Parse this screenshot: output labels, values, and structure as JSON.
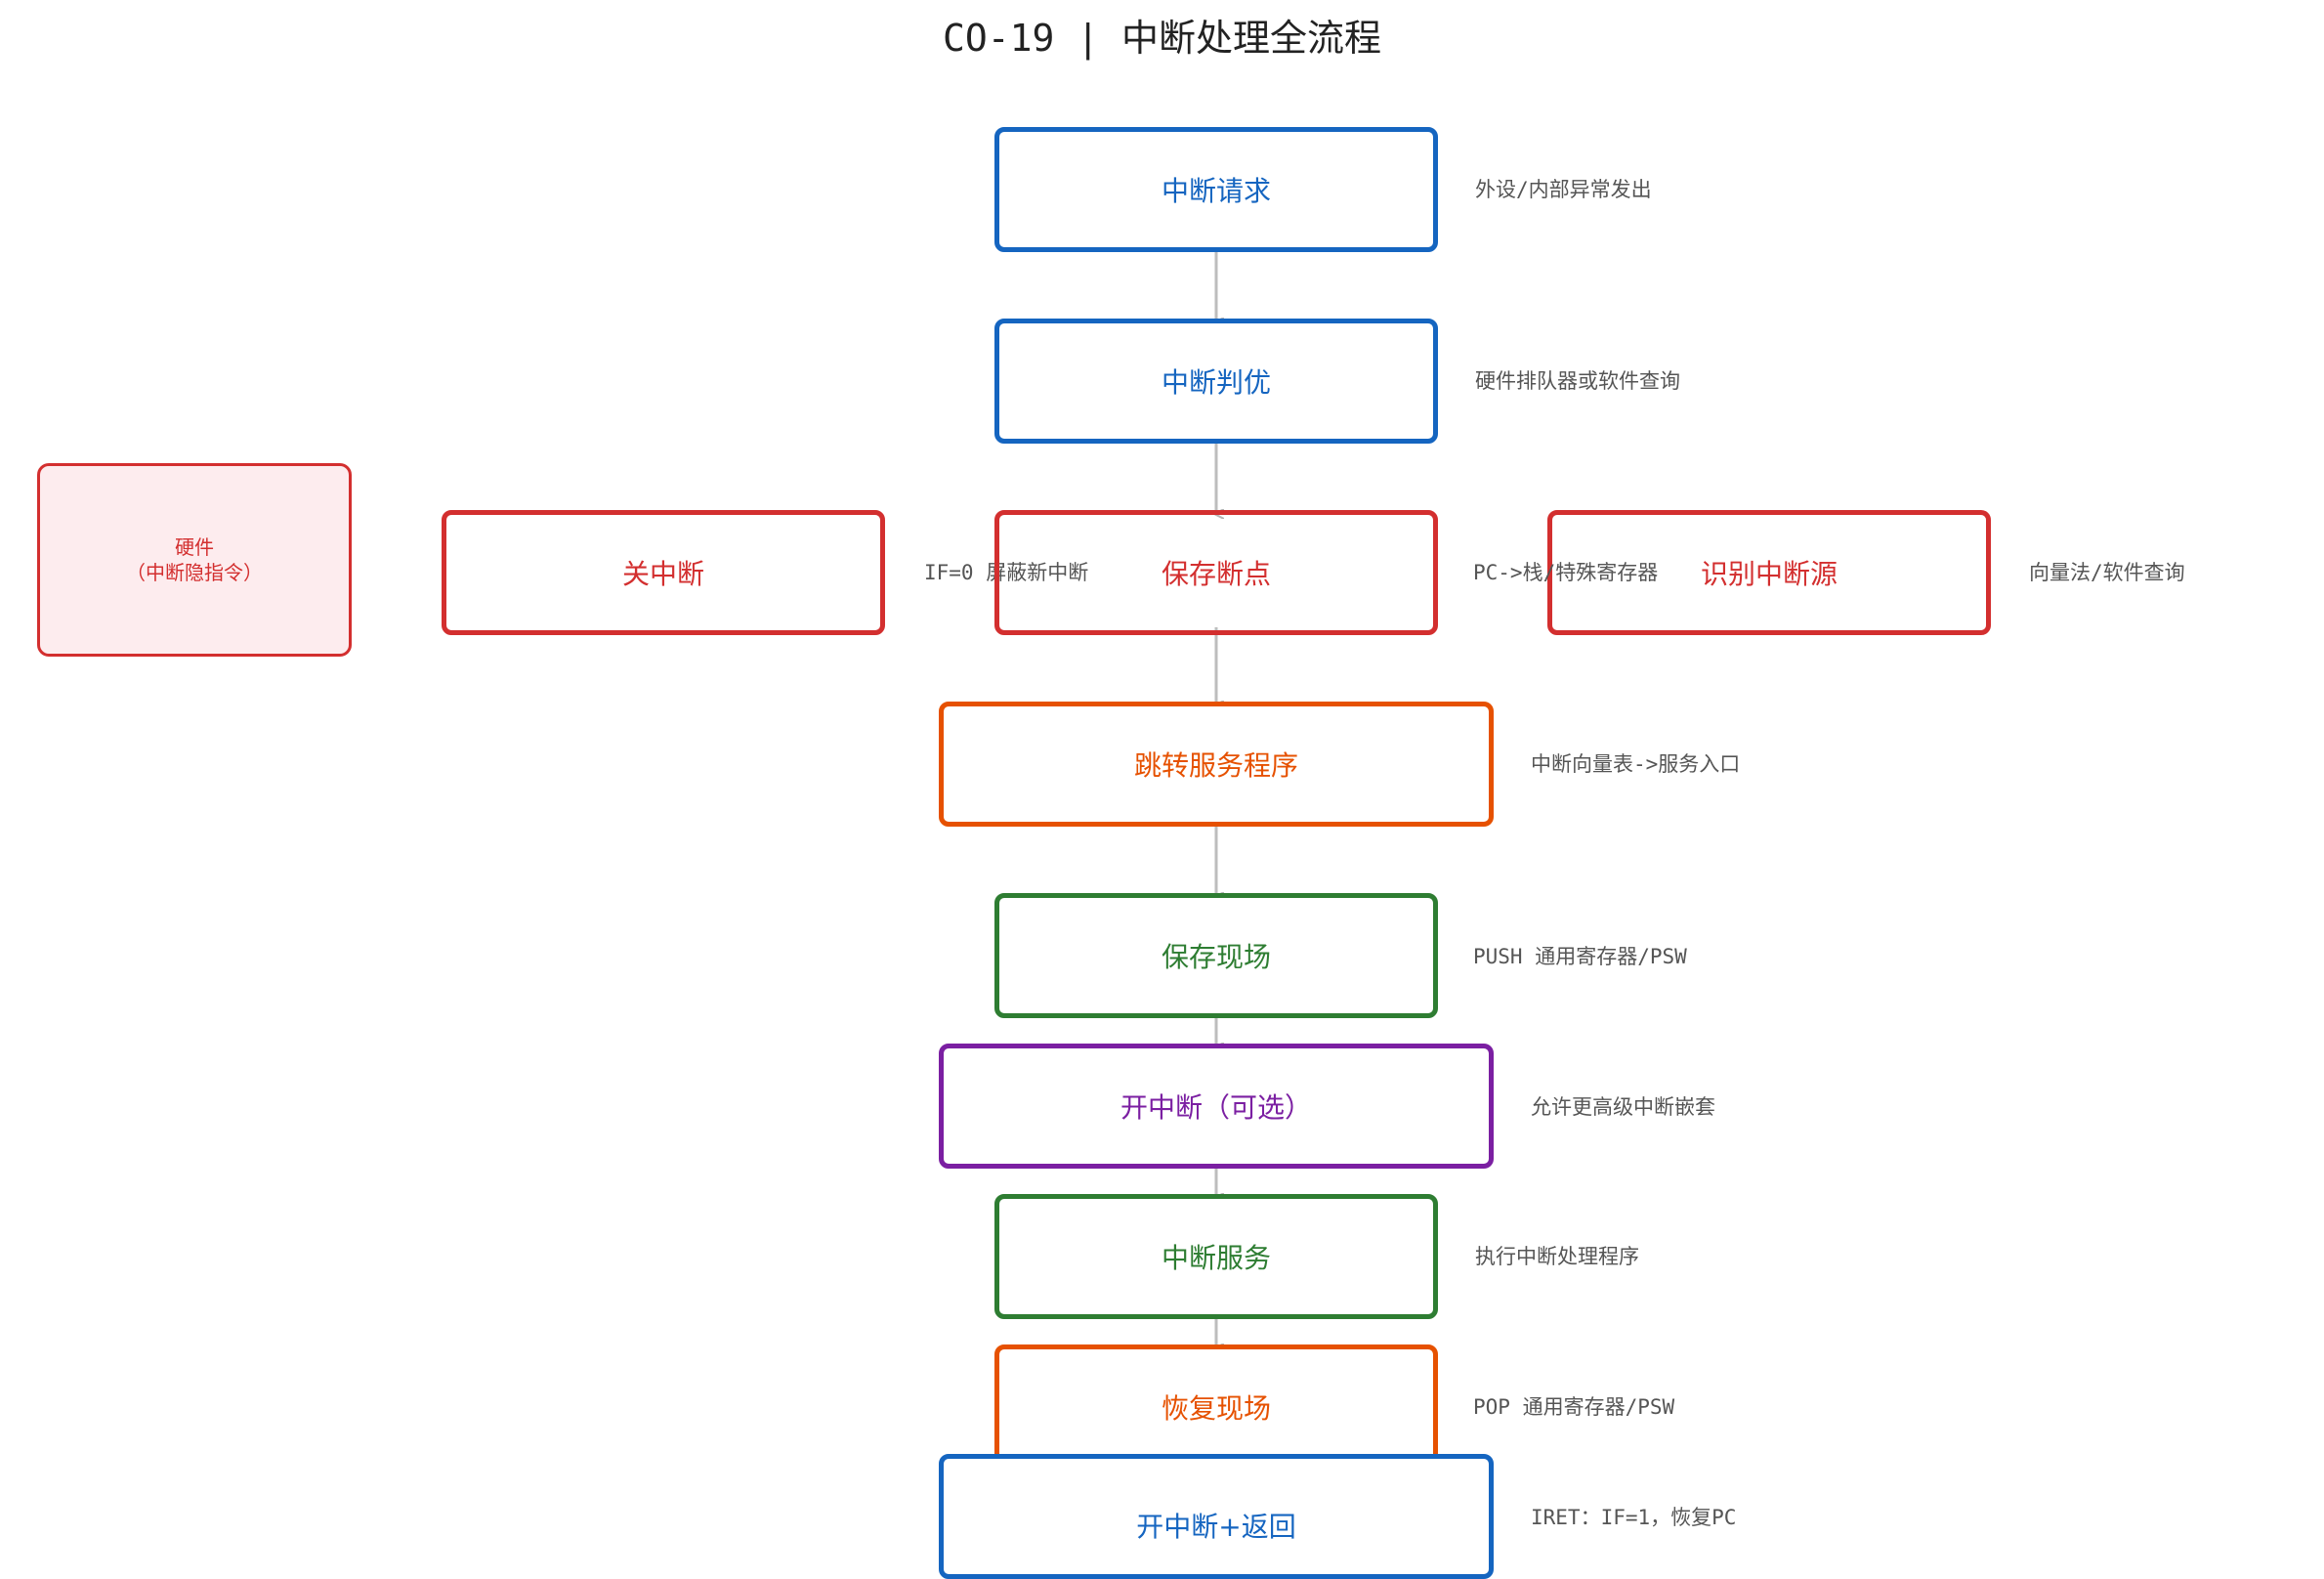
{
  "title": "CO-19 | 中断处理全流程",
  "side_box": {
    "line1": "硬件",
    "line2": "（中断隐指令）"
  },
  "steps": [
    {
      "id": "request",
      "label": "中断请求",
      "note": "外设/内部异常发出",
      "color": "#1565c0"
    },
    {
      "id": "priority",
      "label": "中断判优",
      "note": "硬件排队器或软件查询",
      "color": "#1565c0"
    },
    {
      "id": "save-bp",
      "label": "保存断点",
      "note": "PC->栈/特殊寄存器",
      "color": "#d32f2f"
    },
    {
      "id": "jump",
      "label": "跳转服务程序",
      "note": "中断向量表->服务入口",
      "color": "#e65100"
    },
    {
      "id": "save-ctx",
      "label": "保存现场",
      "note": "PUSH 通用寄存器/PSW",
      "color": "#2e7d32"
    },
    {
      "id": "enable",
      "label": "开中断（可选）",
      "note": "允许更高级中断嵌套",
      "color": "#7b1fa2"
    },
    {
      "id": "service",
      "label": "中断服务",
      "note": "执行中断处理程序",
      "color": "#2e7d32"
    },
    {
      "id": "restore",
      "label": "恢复现场",
      "note": "POP 通用寄存器/PSW",
      "color": "#e65100"
    },
    {
      "id": "return",
      "label": "开中断+返回",
      "note": "IRET：IF=1，恢复PC",
      "color": "#1565c0"
    }
  ],
  "side_steps": [
    {
      "id": "disable",
      "label": "关中断",
      "note": "IF=0 屏蔽新中断",
      "color": "#d32f2f"
    },
    {
      "id": "identify",
      "label": "识别中断源",
      "note": "向量法/软件查询",
      "color": "#d32f2f"
    }
  ]
}
